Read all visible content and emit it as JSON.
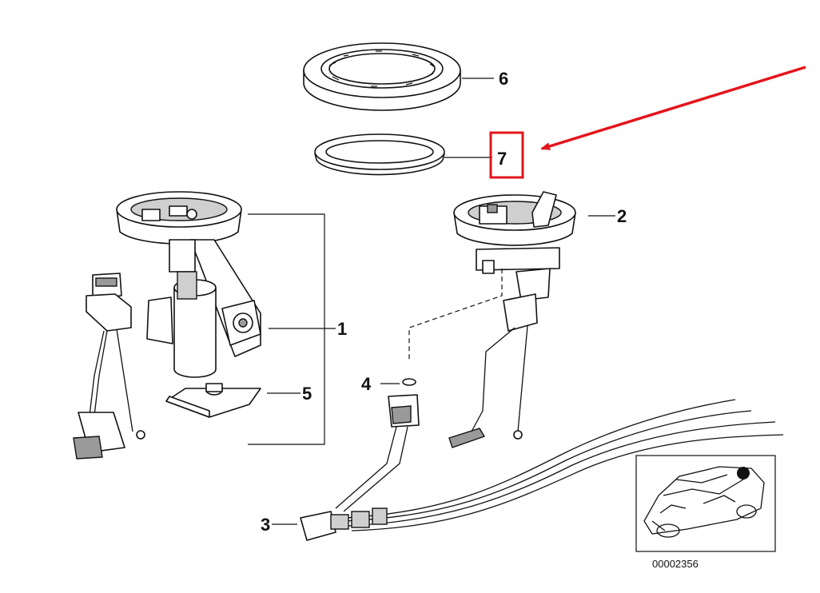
{
  "callouts": {
    "n1": "1",
    "n2": "2",
    "n3": "3",
    "n4": "4",
    "n5": "5",
    "n6": "6",
    "n7": "7"
  },
  "drawing_number": "00002356",
  "highlight": {
    "target_callout": "7",
    "color": "#e3141b"
  },
  "colors": {
    "line": "#111111",
    "shade": "#9a9a9a",
    "highlight": "#e3141b"
  }
}
